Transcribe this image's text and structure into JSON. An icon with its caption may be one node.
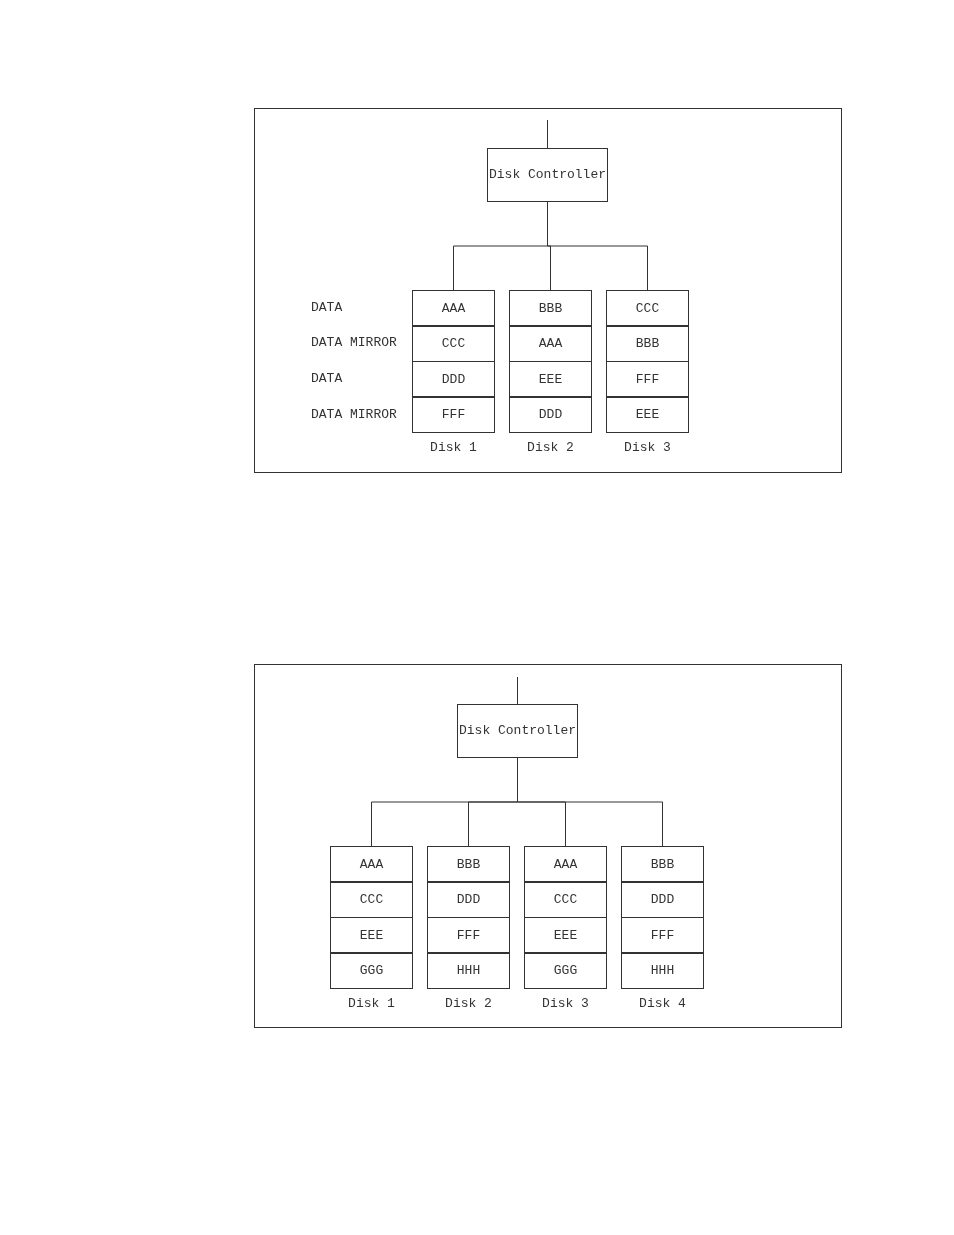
{
  "diagram": {
    "nodes": [
      {
        "text": [
          "Disk Controller"
        ]
      },
      {
        "text": [
          "Disk 1"
        ]
      },
      {
        "text": [
          "AAA"
        ],
        "in": 1
      },
      {
        "text": [
          "CCC"
        ],
        "in": 1
      },
      {
        "text": [
          "DDD"
        ],
        "in": 1
      },
      {
        "text": [
          "FFF"
        ],
        "in": 1
      },
      {
        "text": [
          "Disk 2"
        ]
      },
      {
        "text": [
          "BBB"
        ],
        "in": 6
      },
      {
        "text": [
          "AAA"
        ],
        "in": 6
      },
      {
        "text": [
          "EEE"
        ],
        "in": 6
      },
      {
        "text": [
          "DDD"
        ],
        "in": 6
      },
      {
        "text": [
          "Disk 3"
        ]
      },
      {
        "text": [
          "CCC"
        ],
        "in": 11
      },
      {
        "text": [
          "BBB"
        ],
        "in": 11
      },
      {
        "text": [
          "FFF"
        ],
        "in": 11
      },
      {
        "text": [
          "EEE"
        ],
        "in": 11
      },
      {
        "text": [
          "Disk Controller"
        ]
      },
      {
        "text": [
          "Disk 1"
        ]
      },
      {
        "text": [
          "AAA"
        ],
        "in": 17
      },
      {
        "text": [
          "CCC"
        ],
        "in": 17
      },
      {
        "text": [
          "EEE"
        ],
        "in": 17
      },
      {
        "text": [
          "GGG"
        ],
        "in": 17
      },
      {
        "text": [
          "Disk 2"
        ]
      },
      {
        "text": [
          "BBB"
        ],
        "in": 22
      },
      {
        "text": [
          "DDD"
        ],
        "in": 22
      },
      {
        "text": [
          "FFF"
        ],
        "in": 22
      },
      {
        "text": [
          "HHH"
        ],
        "in": 22
      },
      {
        "text": [
          "Disk 3"
        ]
      },
      {
        "text": [
          "AAA"
        ],
        "in": 27
      },
      {
        "text": [
          "CCC"
        ],
        "in": 27
      },
      {
        "text": [
          "EEE"
        ],
        "in": 27
      },
      {
        "text": [
          "GGG"
        ],
        "in": 27
      },
      {
        "text": [
          "Disk 4"
        ]
      },
      {
        "text": [
          "BBB"
        ],
        "in": 32
      },
      {
        "text": [
          "DDD"
        ],
        "in": 32
      },
      {
        "text": [
          "FFF"
        ],
        "in": 32
      },
      {
        "text": [
          "HHH"
        ],
        "in": 32
      }
    ],
    "edges": [
      {
        "from": null,
        "to": 0,
        "arrow": "none"
      },
      {
        "from": 0,
        "to": 1,
        "arrow": "none"
      },
      {
        "from": 0,
        "to": 6,
        "arrow": "none"
      },
      {
        "from": 0,
        "to": 11,
        "arrow": "none"
      },
      {
        "from": null,
        "to": 16,
        "arrow": "none"
      },
      {
        "from": 16,
        "to": 17,
        "arrow": "none"
      },
      {
        "from": 16,
        "to": 22,
        "arrow": "none"
      },
      {
        "from": 16,
        "to": 27,
        "arrow": "none"
      },
      {
        "from": 16,
        "to": 32,
        "arrow": "none"
      }
    ],
    "labels": [
      "DATA",
      "DATA MIRROR",
      "DATA",
      "DATA MIRROR"
    ]
  }
}
